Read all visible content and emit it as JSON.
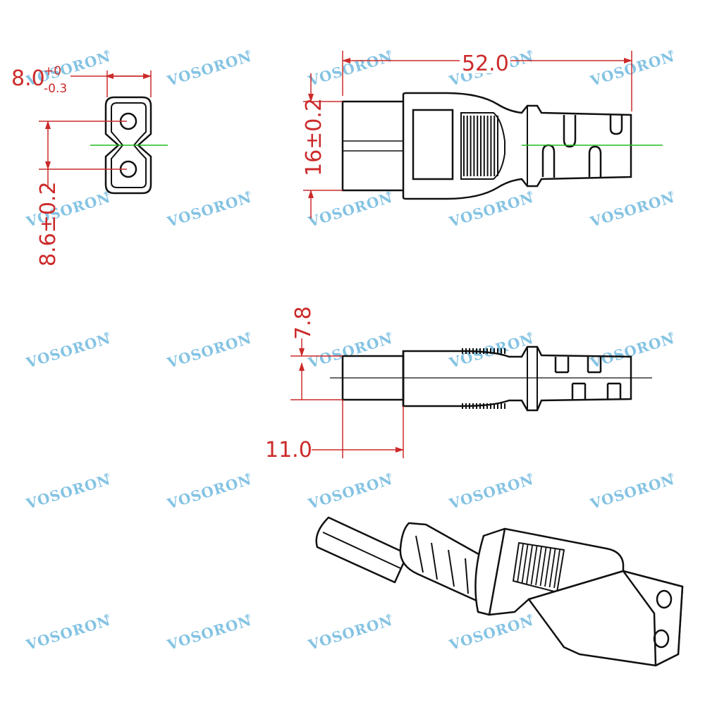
{
  "colors": {
    "outline": "#111111",
    "dimension": "#cc2a2a",
    "centerline": "#22bb22",
    "watermark": "#6fb8de"
  },
  "watermark": {
    "text": "VOSORON",
    "mark": "®"
  },
  "dimensions": {
    "socket_width": "8.0",
    "socket_tol_upper": "+0",
    "socket_tol_lower": "-0.3",
    "pin_spacing": "8.6±0.2",
    "total_length": "52.0",
    "body_height": "16±0.2",
    "body_thickness": "7.8",
    "head_length": "11.0"
  }
}
